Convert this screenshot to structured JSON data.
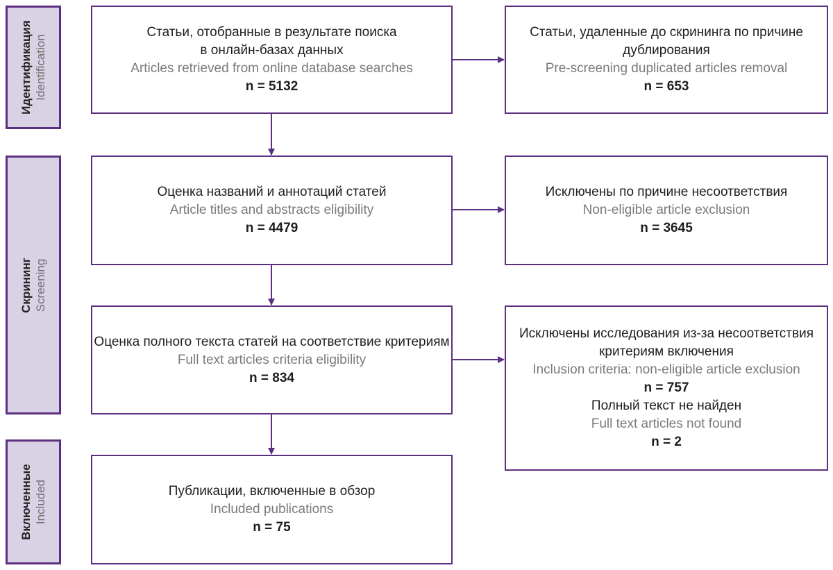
{
  "colors": {
    "accent": "#5c2f80",
    "tab_fill": "#d9d2e5",
    "english_text": "#7a7a7a"
  },
  "stages": {
    "identification": {
      "ru": "Идентификация",
      "en": "Identification"
    },
    "screening": {
      "ru": "Скрининг",
      "en": "Screening"
    },
    "included": {
      "ru": "Включенные",
      "en": "Included"
    }
  },
  "boxes": {
    "retrieved": {
      "ru_line1": "Статьи, отобранные в результате поиска",
      "ru_line2": "в онлайн-базах данных",
      "en": "Articles retrieved from online database searches",
      "n": "n = 5132"
    },
    "duplicates": {
      "ru_line1": "Статьи, удаленные до скрининга по причине",
      "ru_line2": "дублирования",
      "en": "Pre-screening duplicated articles removal",
      "n": "n = 653"
    },
    "titles_abstracts": {
      "ru": "Оценка названий и аннотаций статей",
      "en": "Article titles and abstracts eligibility",
      "n": "n = 4479"
    },
    "non_eligible": {
      "ru": "Исключены по причине несоответствия",
      "en": "Non-eligible article exclusion",
      "n": "n = 3645"
    },
    "full_text": {
      "ru": "Оценка полного текста статей на соответствие критериям",
      "en": "Full text articles criteria eligibility",
      "n": "n = 834"
    },
    "criteria_excluded": {
      "ru_line1": "Исключены исследования из-за несоответствия",
      "ru_line2": "критериям включения",
      "en": "Inclusion criteria: non-eligible article exclusion",
      "n": "n = 757",
      "ru2": "Полный текст не найден",
      "en2": "Full text articles not found",
      "n2": "n = 2"
    },
    "included": {
      "ru": "Публикации, включенные в обзор",
      "en": "Included publications",
      "n": "n = 75"
    }
  }
}
